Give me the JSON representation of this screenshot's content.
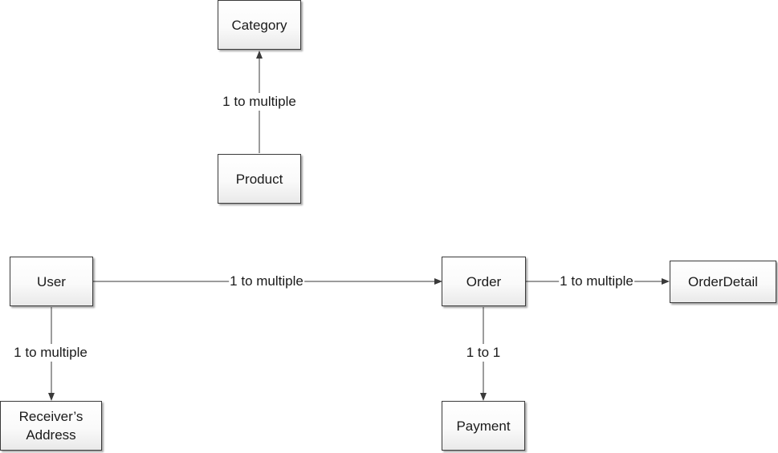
{
  "entities": {
    "category": "Category",
    "product": "Product",
    "user": "User",
    "order": "Order",
    "orderdetail": "OrderDetail",
    "receivers_address": "Receiver’s Address",
    "payment": "Payment"
  },
  "relationships": {
    "product_category": "1 to multiple",
    "user_order": "1 to multiple",
    "order_orderdetail": "1 to multiple",
    "user_address": "1 to multiple",
    "order_payment": "1 to 1"
  },
  "colors": {
    "line": "#3a3a3a",
    "box_border": "#3a3a3a",
    "box_fill_top": "#ffffff",
    "box_fill_bottom": "#e9e9e9"
  }
}
